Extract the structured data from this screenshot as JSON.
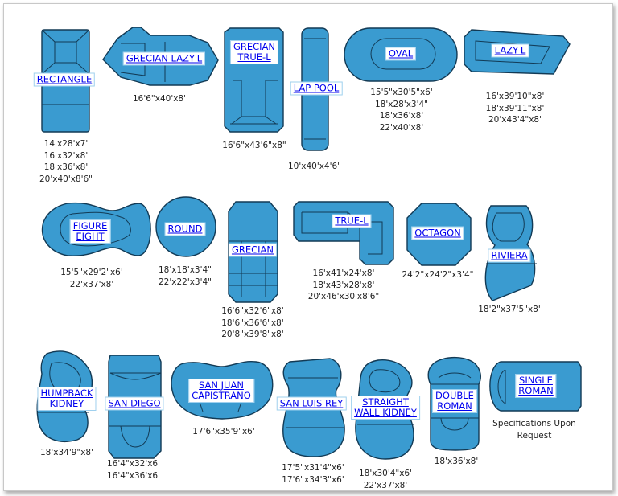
{
  "pools": [
    {
      "id": "rectangle",
      "name": "RECTANGLE",
      "specs": [
        "14'x28'x7'",
        "16'x32'x8'",
        "18'x36'x8'",
        "20'x40'x8'6\""
      ]
    },
    {
      "id": "grecian-lazy-l",
      "name": "GRECIAN LAZY-L",
      "specs": [
        "16'6\"x40'x8'"
      ]
    },
    {
      "id": "grecian-true-l",
      "name": "GRECIAN\nTRUE-L",
      "specs": [
        "16'6\"x43'6\"x8\""
      ]
    },
    {
      "id": "lap-pool",
      "name": "LAP POOL",
      "specs": [
        "10'x40'x4'6\""
      ]
    },
    {
      "id": "oval",
      "name": "OVAL",
      "specs": [
        "15'5\"x30'5\"x6'",
        "18'x28'x3'4\"",
        "18'x36'x8'",
        "22'x40'x8'"
      ]
    },
    {
      "id": "lazy-l",
      "name": "LAZY-L",
      "specs": [
        "16'x39'10\"x8'",
        "18'x39'11\"x8'",
        "20'x43'4\"x8'"
      ]
    },
    {
      "id": "figure-eight",
      "name": "FIGURE\nEIGHT",
      "specs": [
        "15'5\"x29'2\"x6'",
        "22'x37'x8'"
      ]
    },
    {
      "id": "round",
      "name": "ROUND",
      "specs": [
        "18'x18'x3'4\"",
        "22'x22'x3'4\""
      ]
    },
    {
      "id": "grecian",
      "name": "GRECIAN",
      "specs": [
        "16'6\"x32'6\"x8'",
        "18'6\"x36'6\"x8'",
        "20'8\"x39'8\"x8'"
      ]
    },
    {
      "id": "true-l",
      "name": "TRUE-L",
      "specs": [
        "16'x41'x24'x8'",
        "18'x43'x28'x8'",
        "20'x46'x30'x8'6\""
      ]
    },
    {
      "id": "octagon",
      "name": "OCTAGON",
      "specs": [
        "24'2\"x24'2\"x3'4\""
      ]
    },
    {
      "id": "riviera",
      "name": "RIVIERA",
      "specs": [
        "18'2\"x37'5\"x8'"
      ]
    },
    {
      "id": "humpback-kidney",
      "name": "HUMPBACK\nKIDNEY",
      "specs": [
        "18'x34'9\"x8'"
      ]
    },
    {
      "id": "san-diego",
      "name": "SAN DIEGO",
      "specs": [
        "16'4\"x32'x6'",
        "16'4\"x36'x6'"
      ]
    },
    {
      "id": "san-juan-capistrano",
      "name": "SAN JUAN\nCAPISTRANO",
      "specs": [
        "17'6\"x35'9\"x6'"
      ]
    },
    {
      "id": "san-luis-rey",
      "name": "SAN LUIS REY",
      "specs": [
        "17'5\"x31'4\"x6'",
        "17'6\"x34'3\"x6'"
      ]
    },
    {
      "id": "straight-wall-kidney",
      "name": "STRAIGHT\nWALL KIDNEY",
      "specs": [
        "18'x30'4\"x6'",
        "22'x37'x8'"
      ]
    },
    {
      "id": "double-roman",
      "name": "DOUBLE\nROMAN",
      "specs": [
        "18'x36'x8'"
      ]
    },
    {
      "id": "single-roman",
      "name": "SINGLE\nROMAN",
      "specs": [
        "Specifications Upon",
        "Request"
      ]
    }
  ],
  "colors": {
    "water": "#3a9bd0",
    "outline": "#123a55",
    "link": "#0000ee"
  }
}
